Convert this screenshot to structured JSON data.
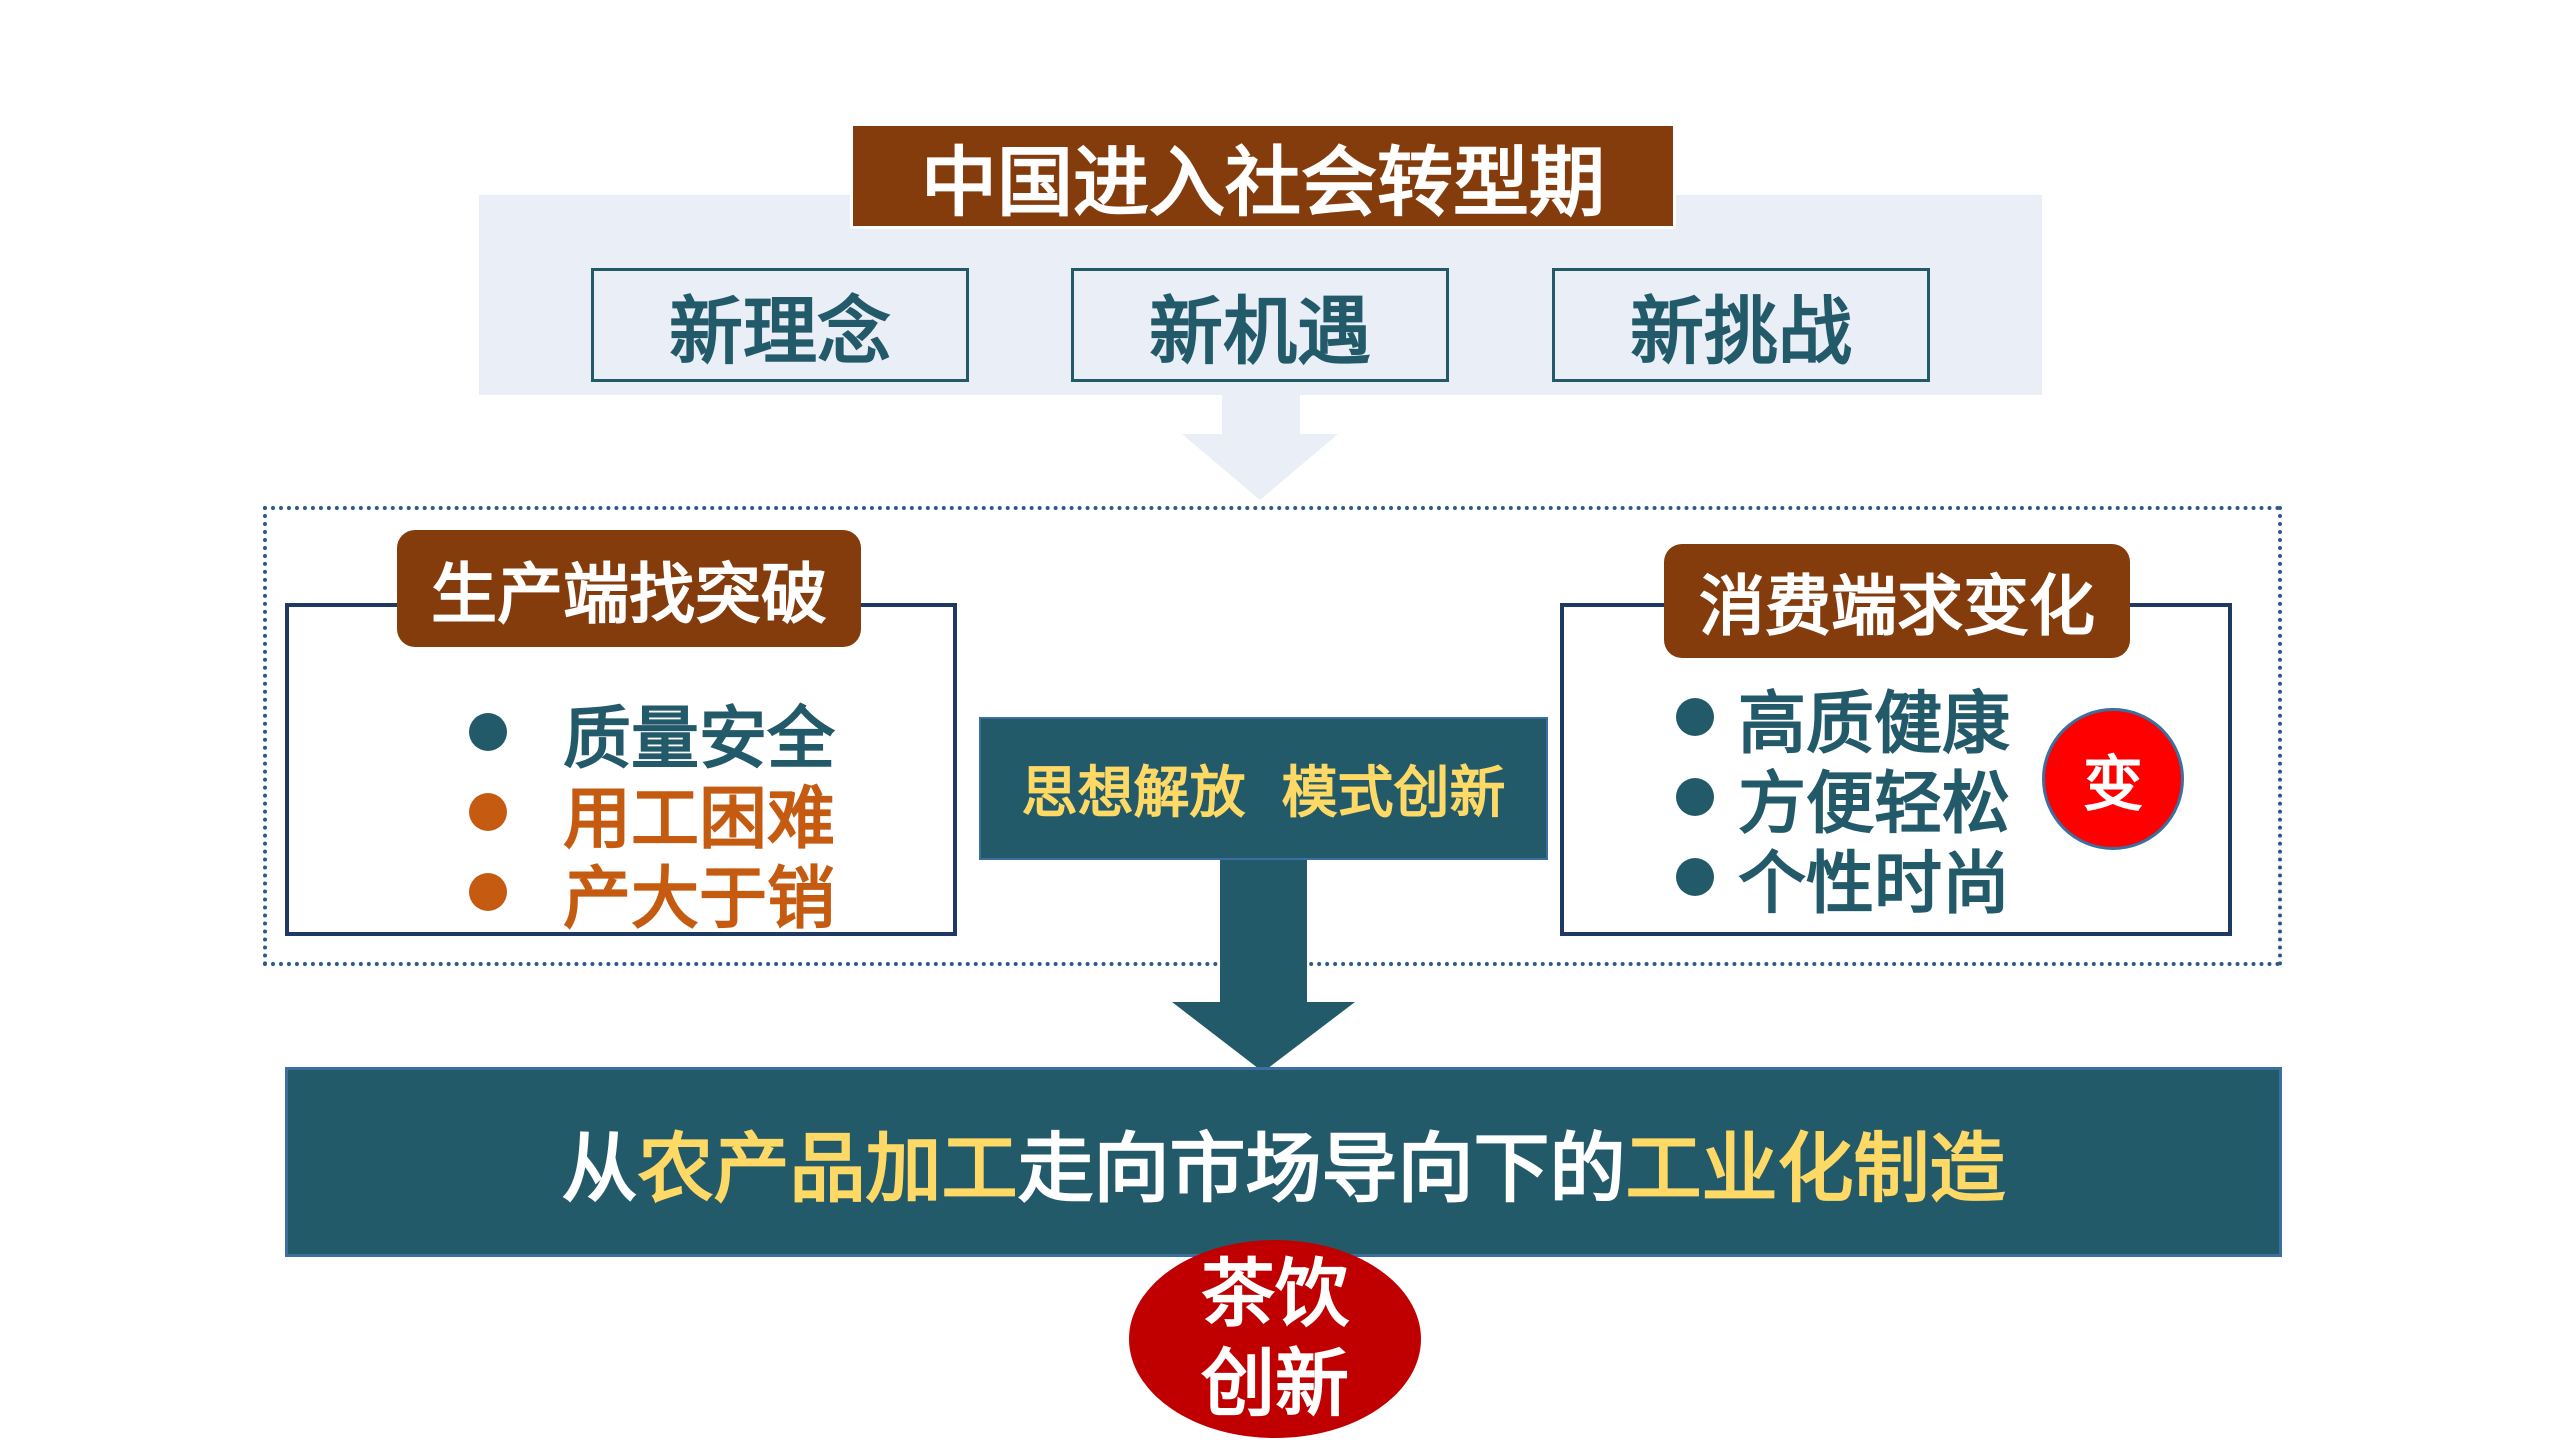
{
  "title": "中国进入社会转型期",
  "new_items": [
    "新理念",
    "新机遇",
    "新挑战"
  ],
  "left": {
    "label": "生产端找突破",
    "items": [
      {
        "text": "质量安全",
        "color": "#235a6a"
      },
      {
        "text": "用工困难",
        "color": "#c55a11"
      },
      {
        "text": "产大于销",
        "color": "#c55a11"
      }
    ]
  },
  "right": {
    "label": "消费端求变化",
    "items": [
      "高质健康",
      "方便轻松",
      "个性时尚"
    ],
    "badge": "变"
  },
  "center": {
    "text1": "思想解放",
    "text2": "模式创新"
  },
  "banner": {
    "p1": "从",
    "p2": "农产品加工",
    "p3": "走向市场导向下的",
    "p4": "工业化制造"
  },
  "tea": {
    "line1": "茶饮",
    "line2": "创新"
  },
  "colors": {
    "brown": "#843c0c",
    "teal": "#235a6a",
    "yellow": "#ffd966",
    "red": "#c00000"
  }
}
